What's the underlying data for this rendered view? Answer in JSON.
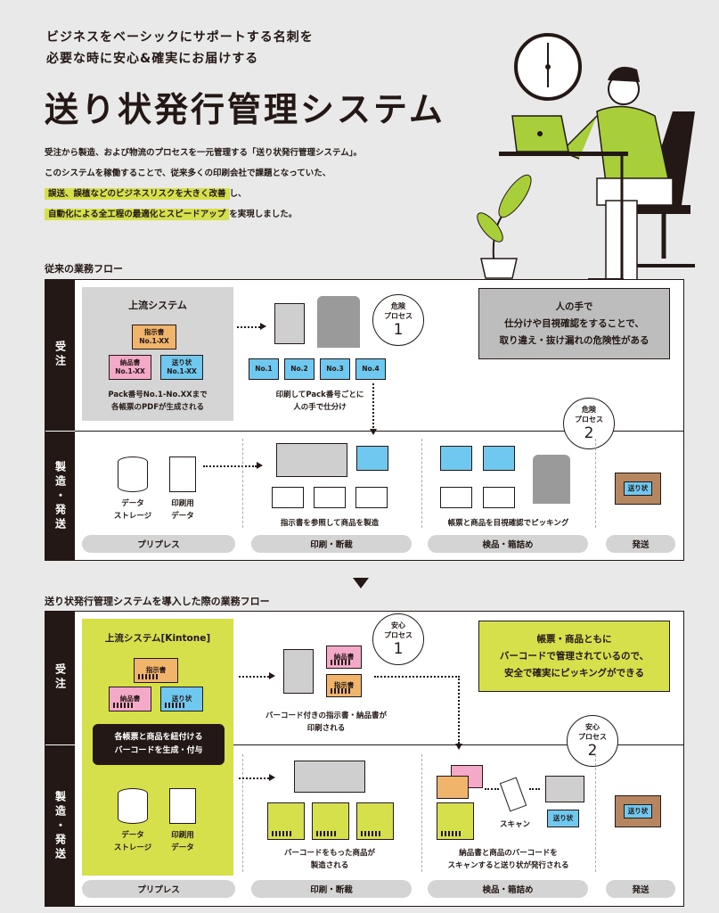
{
  "header": {
    "tagline": "ビジネスをベーシックにサポートする名刺を\n必要な時に安心&確実にお届けする",
    "title": "送り状発行管理システム",
    "desc_line1": "受注から製造、および物流のプロセスを一元管理する「送り状発行管理システム」。",
    "desc_line2": "このシステムを稼働することで、従来多くの印刷会社で課題となっていた、",
    "desc_hl1": "誤送、誤植などのビジネスリスクを大きく改善",
    "desc_line3_tail": "し、",
    "desc_hl2": "自動化による全工程の最適化とスピードアップ",
    "desc_line4_tail": "を実現しました。"
  },
  "old_flow": {
    "heading": "従来の業務フロー",
    "side_order": "受注",
    "side_mfg": "製造・発送",
    "upstream_title": "上流システム",
    "doc_shiji": "指示書\nNo.1-XX",
    "doc_nohin": "納品書\nNo.1-XX",
    "doc_okuri": "送り状\nNo.1-XX",
    "upstream_caption": "Pack番号No.1-No.XXまで\n各帳票のPDFが生成される",
    "packs": [
      "No.1",
      "No.2",
      "No.3",
      "No.4"
    ],
    "print_caption": "印刷してPack番号ごとに\n人の手で仕分け",
    "risk1_label": "危険\nプロセス",
    "risk1_num": "1",
    "risk_note": "人の手で\n仕分けや目視確認をすることで、\n取り違え・抜け漏れの危険性がある",
    "risk2_label": "危険\nプロセス",
    "risk2_num": "2",
    "storage_label": "データ\nストレージ",
    "printdata_label": "印刷用\nデータ",
    "mfg_caption": "指示書を参照して商品を製造",
    "check_caption": "帳票と商品を目視確認でピッキング",
    "box_label": "送り状",
    "stages": [
      "プリプレス",
      "印刷・断裁",
      "検品・箱詰め",
      "発送"
    ]
  },
  "new_flow": {
    "heading": "送り状発行管理システムを導入した際の業務フロー",
    "side_order": "受注",
    "side_mfg": "製造・発送",
    "upstream_title": "上流システム[Kintone]",
    "doc_shiji": "指示書",
    "doc_nohin": "納品書",
    "doc_okuri": "送り状",
    "barcode_note": "各帳票と商品を紐付ける\nバーコードを生成・付与",
    "printed_nohin": "納品書",
    "printed_shiji": "指示書",
    "print_caption": "バーコード付きの指示書・納品書が\n印刷される",
    "safe1_label": "安心\nプロセス",
    "safe1_num": "1",
    "safe_note": "帳票・商品ともに\nバーコードで管理されているので、\n安全で確実にピッキングができる",
    "safe2_label": "安心\nプロセス",
    "safe2_num": "2",
    "storage_label": "データ\nストレージ",
    "printdata_label": "印刷用\nデータ",
    "mfg_caption": "バーコードをもった商品が\n製造される",
    "scan_label": "スキャン",
    "okuri_label": "送り状",
    "check_caption": "納品書と商品のバーコードを\nスキャンすると送り状が発行される",
    "box_label": "送り状",
    "stages": [
      "プリプレス",
      "印刷・断裁",
      "検品・箱詰め",
      "発送"
    ]
  },
  "colors": {
    "accent": "#d6e04a",
    "dark": "#231815",
    "pink": "#f4a9c8",
    "orange": "#f0b56b",
    "blue": "#6fc8ef",
    "box": "#b58660"
  }
}
